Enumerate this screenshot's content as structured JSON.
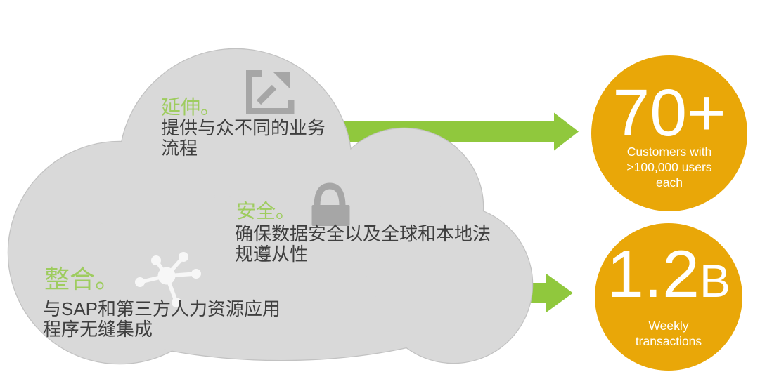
{
  "colors": {
    "cloud_fill": "#D9D9D9",
    "cloud_border": "#C2C2C2",
    "heading_green": "#9ECC5F",
    "arrow_green": "#90C83D",
    "circle_orange": "#E9A708",
    "icon_gray": "#A6A6A6",
    "hub_icon_white": "#F7F7F7",
    "body_text": "#3F3F3F",
    "stat_text": "#FFFFFF"
  },
  "cloud": {
    "sections": [
      {
        "id": "extend",
        "heading": "延伸。",
        "body_lines": [
          "提供与众不同的业务",
          "流程"
        ],
        "icon": "expand-arrow-icon"
      },
      {
        "id": "secure",
        "heading": "安全。",
        "body_lines": [
          "确保数据安全以及全球和本地法",
          "规遵从性"
        ],
        "icon": "lock-icon"
      },
      {
        "id": "integrate",
        "heading": "整合。",
        "body_lines": [
          "与SAP和第三方人力资源应用",
          "程序无缝集成"
        ],
        "icon": "hub-network-icon"
      }
    ]
  },
  "stats": [
    {
      "id": "customers",
      "number": "70+",
      "suffix": "",
      "caption_lines": [
        "Customers with",
        ">100,000 users",
        "each"
      ]
    },
    {
      "id": "transactions",
      "number": "1.2",
      "suffix": "B",
      "caption_lines": [
        "Weekly",
        "transactions"
      ]
    }
  ]
}
